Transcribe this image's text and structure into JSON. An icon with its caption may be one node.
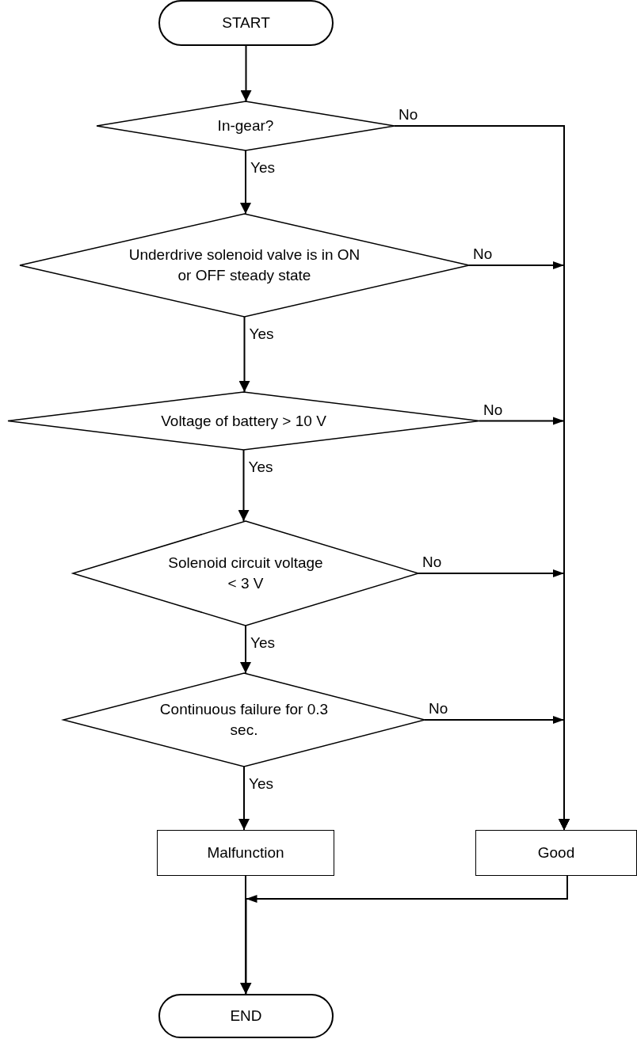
{
  "diagram": {
    "nodes": [
      {
        "text": [
          "START"
        ]
      },
      {
        "text": [
          "In-gear?"
        ]
      },
      {
        "text": [
          "Underdrive solenoid valve is in ON or OFF steady state"
        ]
      },
      {
        "text": [
          "Voltage of battery > 10 V"
        ]
      },
      {
        "text": [
          "Solenoid circuit voltage < 3 V"
        ]
      },
      {
        "text": [
          "Continuous failure for 0.3 sec."
        ]
      },
      {
        "text": [
          "Malfunction"
        ]
      },
      {
        "text": [
          "Good"
        ]
      },
      {
        "text": [
          "END"
        ]
      }
    ],
    "edges": [
      {
        "from": 0,
        "to": 1,
        "arrow": "to"
      },
      {
        "from": 1,
        "to": 2,
        "arrow": "to",
        "label": "Yes"
      },
      {
        "from": 2,
        "to": 3,
        "arrow": "to",
        "label": "Yes"
      },
      {
        "from": 3,
        "to": 4,
        "arrow": "to",
        "label": "Yes"
      },
      {
        "from": 4,
        "to": 5,
        "arrow": "to",
        "label": "Yes"
      },
      {
        "from": 5,
        "to": 6,
        "arrow": "to",
        "label": "Yes"
      },
      {
        "from": 1,
        "to": 7,
        "arrow": "to",
        "label": "No"
      },
      {
        "from": 2,
        "to": 7,
        "arrow": "to",
        "label": "No"
      },
      {
        "from": 3,
        "to": 7,
        "arrow": "to",
        "label": "No"
      },
      {
        "from": 4,
        "to": 7,
        "arrow": "to",
        "label": "No"
      },
      {
        "from": 5,
        "to": 7,
        "arrow": "to",
        "label": "No"
      },
      {
        "from": 6,
        "to": 8,
        "arrow": "to"
      },
      {
        "from": 7,
        "to": 8,
        "arrow": "to"
      }
    ]
  }
}
